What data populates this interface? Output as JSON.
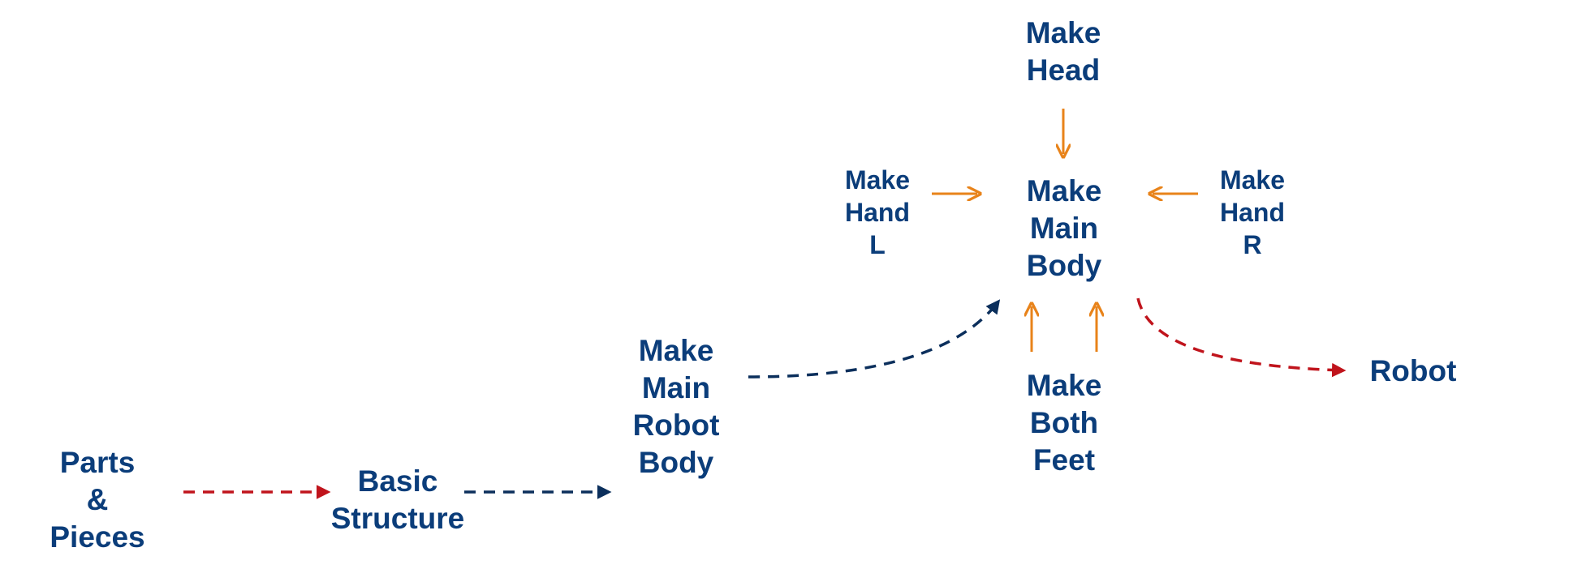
{
  "colors": {
    "text": "#0b3d7a",
    "orange_arrow": "#e8831a",
    "red_dashed": "#c0141c",
    "navy_dashed": "#0b2f5c"
  },
  "nodes": {
    "make_head": "Make\nHead",
    "make_hand_l": "Make\nHand\nL",
    "make_main_body": "Make\nMain\nBody",
    "make_hand_r": "Make\nHand\nR",
    "make_both_feet": "Make\nBoth\nFeet",
    "make_main_robot_body": "Make\nMain\nRobot\nBody",
    "robot": "Robot",
    "parts_and_pieces": "Parts\n&\nPieces",
    "basic_structure": "Basic\nStructure"
  }
}
